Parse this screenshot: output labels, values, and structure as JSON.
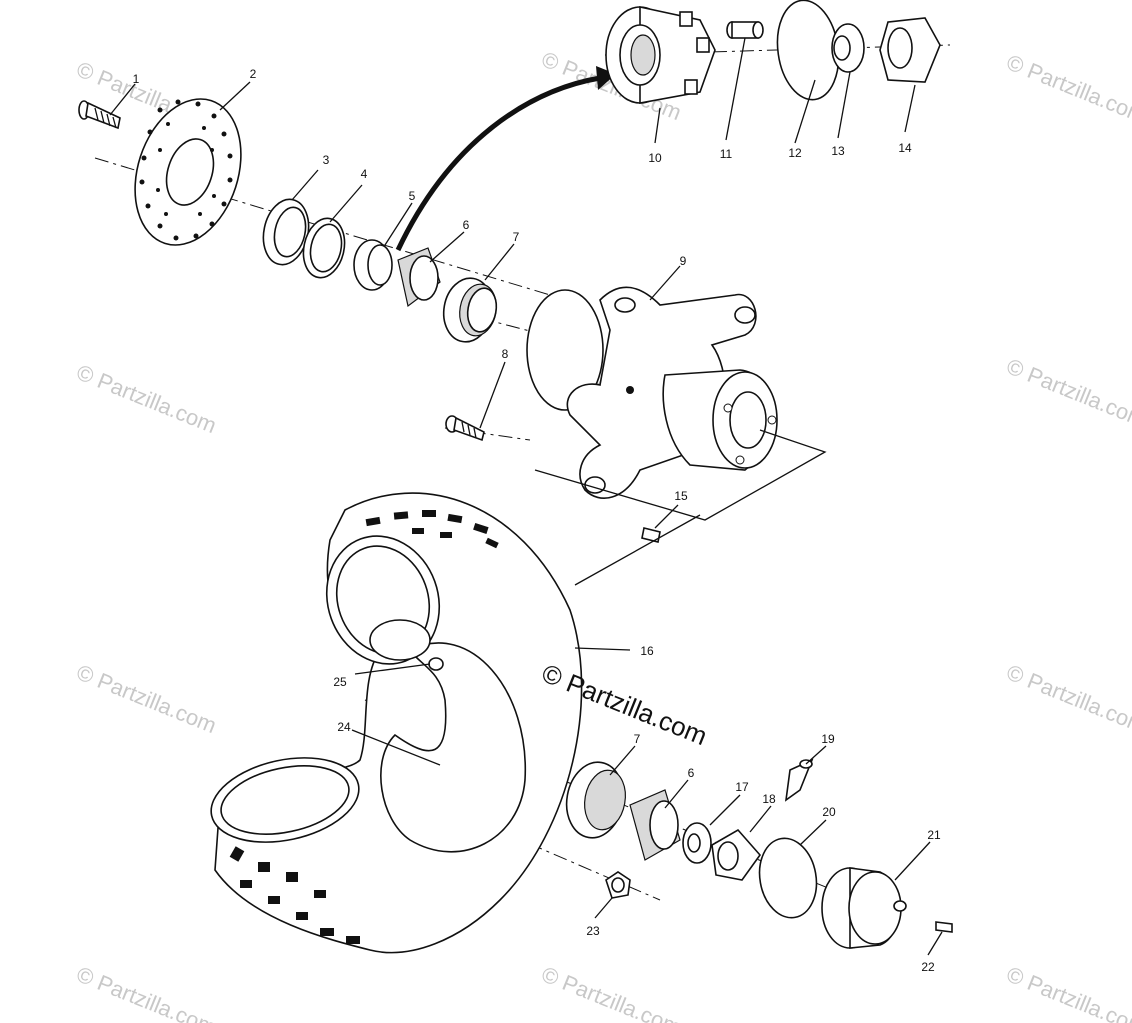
{
  "diagram": {
    "watermark_text": "© Partzilla.com",
    "center_mark": "© Partzilla.com",
    "callouts": [
      {
        "id": "c1",
        "text": "1"
      },
      {
        "id": "c2",
        "text": "2"
      },
      {
        "id": "c3",
        "text": "3"
      },
      {
        "id": "c4",
        "text": "4"
      },
      {
        "id": "c5",
        "text": "5"
      },
      {
        "id": "c6a",
        "text": "6"
      },
      {
        "id": "c7a",
        "text": "7"
      },
      {
        "id": "c8",
        "text": "8"
      },
      {
        "id": "c9",
        "text": "9"
      },
      {
        "id": "c10",
        "text": "10"
      },
      {
        "id": "c11",
        "text": "11"
      },
      {
        "id": "c12",
        "text": "12"
      },
      {
        "id": "c13",
        "text": "13"
      },
      {
        "id": "c14",
        "text": "14"
      },
      {
        "id": "c15",
        "text": "15"
      },
      {
        "id": "c16",
        "text": "16"
      },
      {
        "id": "c7b",
        "text": "7"
      },
      {
        "id": "c6b",
        "text": "6"
      },
      {
        "id": "c17",
        "text": "17"
      },
      {
        "id": "c18",
        "text": "18"
      },
      {
        "id": "c19",
        "text": "19"
      },
      {
        "id": "c20",
        "text": "20"
      },
      {
        "id": "c21",
        "text": "21"
      },
      {
        "id": "c22",
        "text": "22"
      },
      {
        "id": "c23",
        "text": "23"
      },
      {
        "id": "c24",
        "text": "24"
      },
      {
        "id": "c25",
        "text": "25"
      }
    ]
  }
}
